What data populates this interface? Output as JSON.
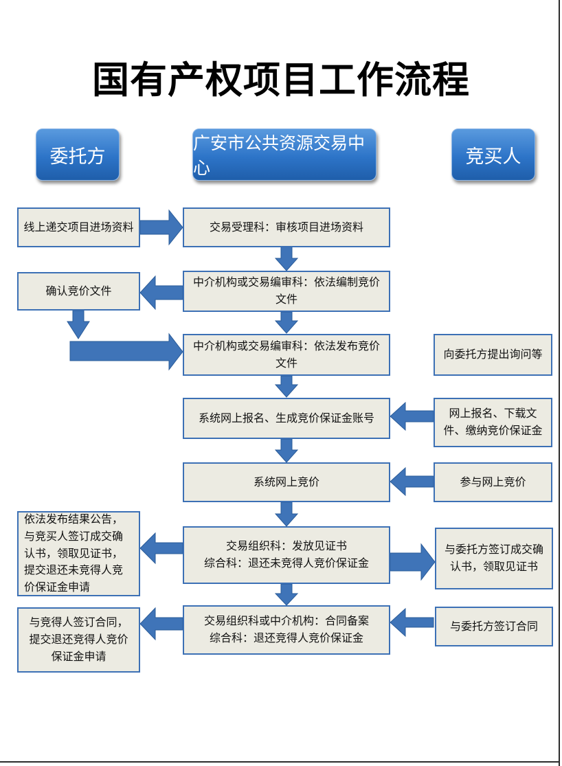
{
  "title": "国有产权项目工作流程",
  "headers": {
    "left": "委托方",
    "center": "广安市公共资源交易中心",
    "right": "竞买人"
  },
  "steps": {
    "c1": "交易受理科：审核项目进场资料",
    "c2": "中介机构或交易编审科：依法编制竞价文件",
    "c3": "中介机构或交易编审科：依法发布竞价文件",
    "c4": "系统网上报名、生成竞价保证金账号",
    "c5": "系统网上竞价",
    "c6": "交易组织科：发放见证书\n综合科：退还未竞得人竞价保证金",
    "c7": "交易组织科或中介机构：合同备案\n综合科：退还竞得人竞价保证金",
    "l1": "线上递交项目进场资料",
    "l2": "确认竞价文件",
    "l3": "依法发布结果公告，与竞买人签订成交确认书，领取见证书，提交退还未竞得人竞价保证金申请",
    "l4": "与竞得人签订合同，提交退还竞得人竞价保证金申请",
    "r1": "向委托方提出询问等",
    "r2": "网上报名、下载文件、缴纳竞价保证金",
    "r3": "参与网上竞价",
    "r4": "与委托方签订成交确认书，领取见证书",
    "r5": "与委托方签订合同"
  },
  "colors": {
    "header_fill": "#2d74c8",
    "box_fill": "#ecebe2",
    "box_border": "#3c70b5",
    "arrow_fill": "#3f74b8"
  }
}
